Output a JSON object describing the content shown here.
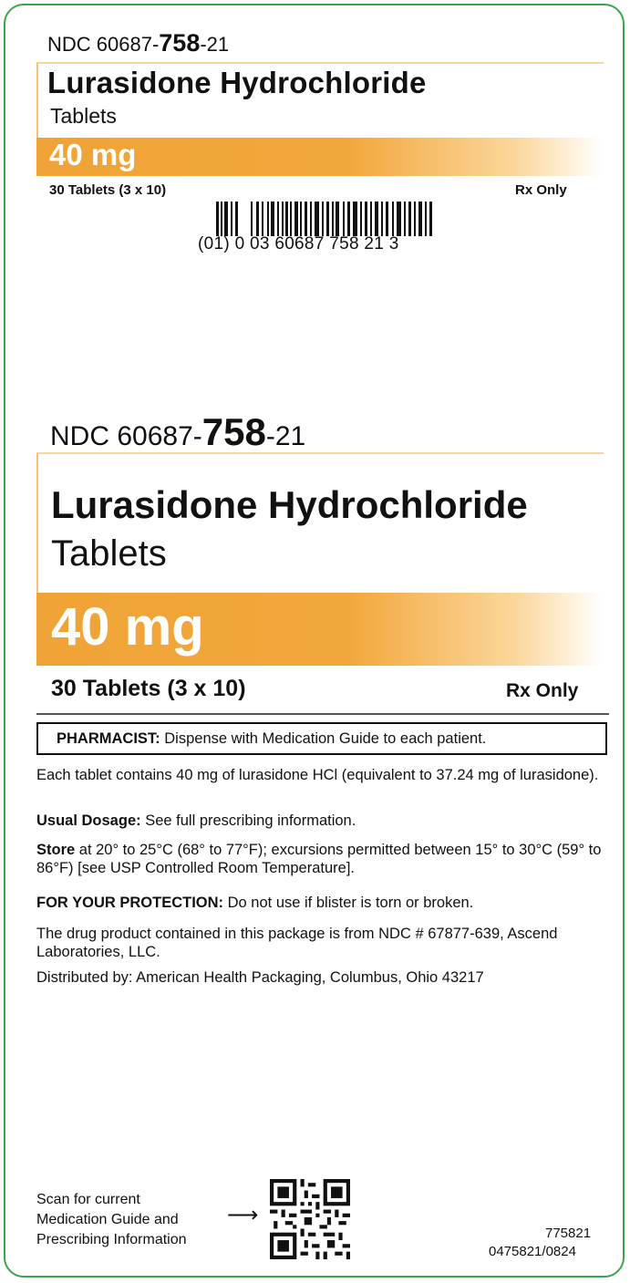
{
  "top_panel": {
    "ndc_prefix": "NDC 60687-",
    "ndc_product": "758",
    "ndc_suffix": "-21",
    "drug_name": "Lurasidone Hydrochloride",
    "dosage_form": "Tablets",
    "strength": "40 mg",
    "count": "30 Tablets (3 x 10)",
    "rx": "Rx Only",
    "barcode_text": "(01) 0 03 60687 758 21 3"
  },
  "main_panel": {
    "ndc_prefix": "NDC 60687-",
    "ndc_product": "758",
    "ndc_suffix": "-21",
    "drug_name": "Lurasidone Hydrochloride",
    "dosage_form": "Tablets",
    "strength": "40 mg",
    "count": "30 Tablets (3 x 10)",
    "rx": "Rx Only"
  },
  "pharmacist": {
    "label": "PHARMACIST:",
    "text": " Dispense with Medication Guide to each patient."
  },
  "composition": "Each tablet contains 40 mg of lurasidone HCl (equivalent to 37.24 mg of lurasidone).",
  "dosage": {
    "label": "Usual Dosage:",
    "text": " See full prescribing information."
  },
  "storage": {
    "label": "Store",
    "text": " at 20° to 25°C (68° to 77°F); excursions permitted between 15° to 30°C (59° to 86°F) [see USP Controlled Room Temperature]."
  },
  "protection": {
    "label": "FOR YOUR PROTECTION:",
    "text": " Do not use if blister is torn or broken."
  },
  "source": "The drug product contained in this package is from NDC # 67877-639, Ascend Laboratories, LLC.",
  "distributor": "Distributed by: American Health Packaging, Columbus, Ohio 43217",
  "scan": {
    "line1": "Scan for current",
    "line2": "Medication Guide and",
    "line3": "Prescribing Information"
  },
  "codes": {
    "item": "775821",
    "lot": "0475821/0824"
  },
  "colors": {
    "border": "#3aa54a",
    "accent": "#f0a437"
  }
}
